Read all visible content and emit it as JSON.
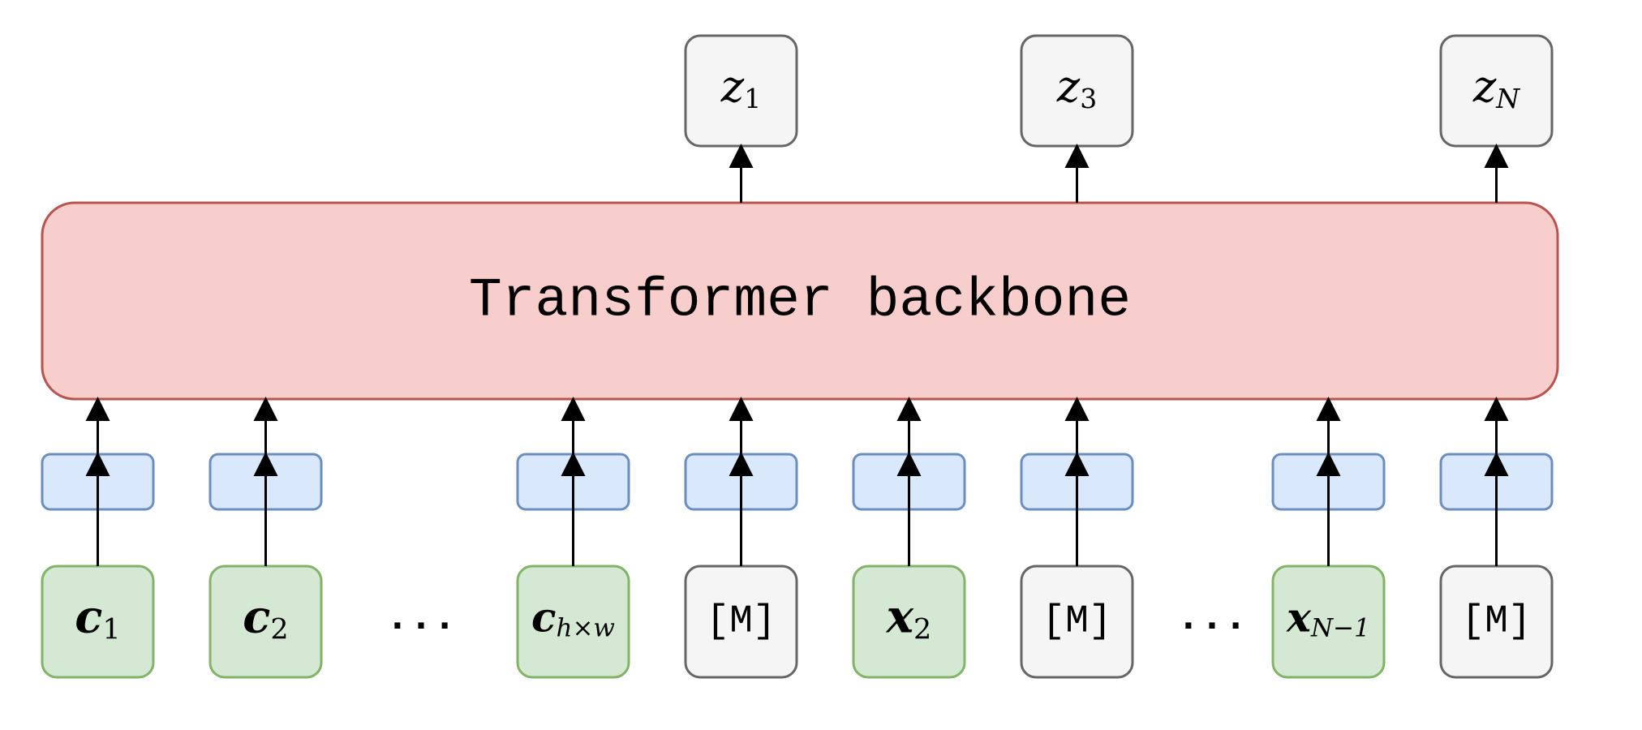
{
  "backbone": {
    "label": "Transformer backbone"
  },
  "outputs": [
    {
      "base": "z",
      "sub": "1"
    },
    {
      "base": "z",
      "sub": "3"
    },
    {
      "base": "z",
      "sub": "N"
    }
  ],
  "inputs": [
    {
      "kind": "cond",
      "base": "c",
      "sub": "1"
    },
    {
      "kind": "cond",
      "base": "c",
      "sub": "2"
    },
    {
      "kind": "cond",
      "base": "c",
      "sub": "h×w"
    },
    {
      "kind": "mask",
      "text": "[M]"
    },
    {
      "kind": "token",
      "base": "x",
      "sub": "2"
    },
    {
      "kind": "mask",
      "text": "[M]"
    },
    {
      "kind": "token",
      "base": "x",
      "sub": "N−1"
    },
    {
      "kind": "mask",
      "text": "[M]"
    }
  ],
  "ellipsis": "· · ·",
  "colors": {
    "backbone_fill": "#f8cecc",
    "backbone_stroke": "#b85450",
    "embed_fill": "#dae8fc",
    "embed_stroke": "#6c8ebf",
    "green_fill": "#d5e8d4",
    "green_stroke": "#82b366",
    "gray_fill": "#f5f5f5",
    "gray_stroke": "#666666",
    "arrow": "#000000"
  }
}
